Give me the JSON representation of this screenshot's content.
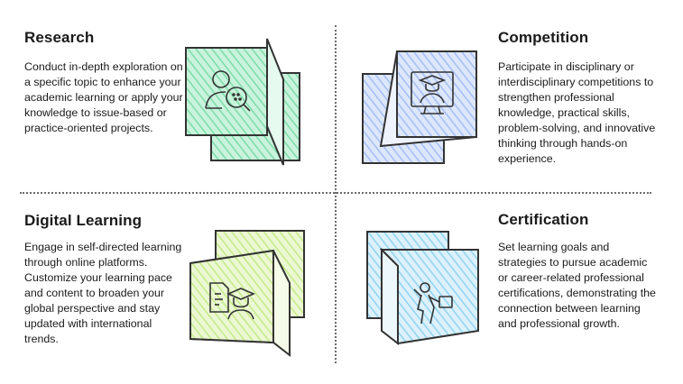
{
  "sections": [
    {
      "title": "Research",
      "description": "Conduct in-depth exploration on a specific topic to enhance your academic learning or apply your knowledge to issue-based or practice-oriented projects.",
      "icon": "researcher-with-magnifier-icon",
      "accent": "#a8ecc6"
    },
    {
      "title": "Competition",
      "description": "Participate in disciplinary or interdisciplinary competitions to strengthen professional knowledge, practical skills, problem-solving, and innovative thinking through hands-on experience.",
      "icon": "graduate-on-monitor-icon",
      "accent": "#b9cdf8"
    },
    {
      "title": "Digital Learning",
      "description": "Engage in self-directed learning through online platforms. Customize your learning pace and content to broaden your global perspective and stay updated with international trends.",
      "icon": "graduate-with-document-icon",
      "accent": "#d7f2a8"
    },
    {
      "title": "Certification",
      "description": "Set learning goals and strategies to pursue academic or career-related professional certifications, demonstrating the connection between learning and professional growth.",
      "icon": "person-holding-certificate-icon",
      "accent": "#a6dcf4"
    }
  ]
}
